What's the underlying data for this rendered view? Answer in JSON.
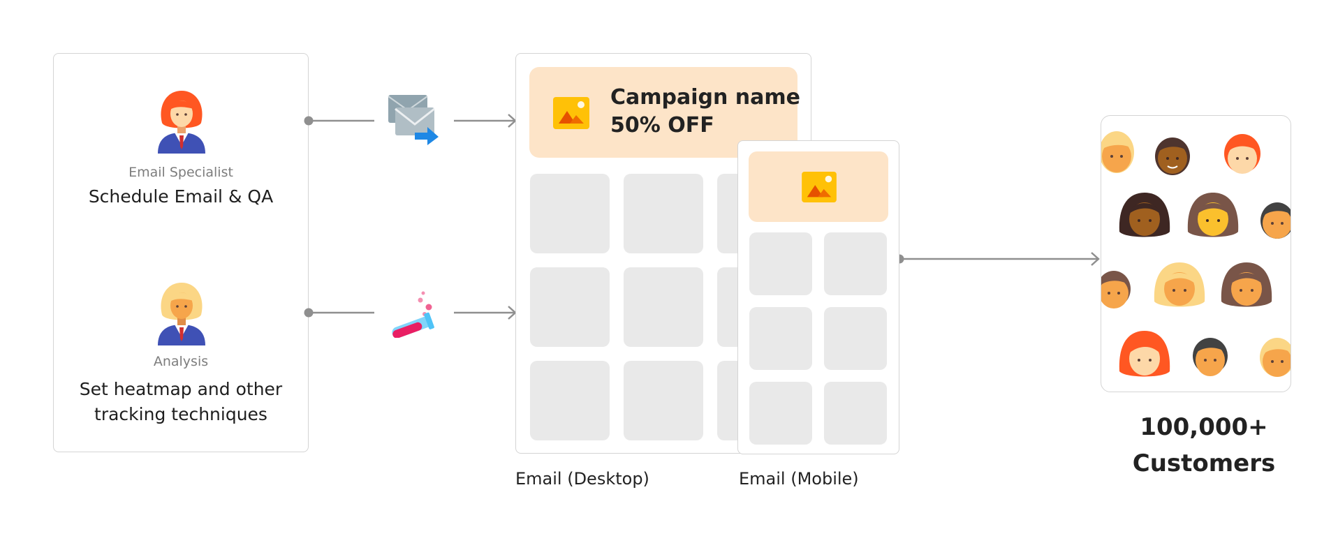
{
  "roles": [
    {
      "title": "Email Specialist",
      "description_lines": [
        "Schedule Email & QA"
      ]
    },
    {
      "title": "Analysis",
      "description_lines": [
        "Set heatmap and other",
        "tracking techniques"
      ]
    }
  ],
  "desktop_email": {
    "hero_line1": "Campaign name",
    "hero_line2": "50% OFF",
    "caption": "Email (Desktop)"
  },
  "mobile_email": {
    "caption": "Email (Mobile)"
  },
  "customers": {
    "line1": "100,000+",
    "line2": "Customers"
  },
  "icons": {
    "role1": "woman-redhead-icon",
    "role2": "woman-blonde-icon",
    "step1": "email-send-icon",
    "step2": "test-tube-icon",
    "hero": "image-icon"
  },
  "colors": {
    "border": "#d4d4d4",
    "hero_bg": "#fde4c8",
    "tile": "#e9e9e9",
    "connector": "#8f8f8f",
    "suit": "#3f51b5",
    "red_hair": "#ff5722",
    "blonde_hair": "#fbd685",
    "skin": "#f8c48b",
    "image_icon_bg": "#ffc107"
  }
}
